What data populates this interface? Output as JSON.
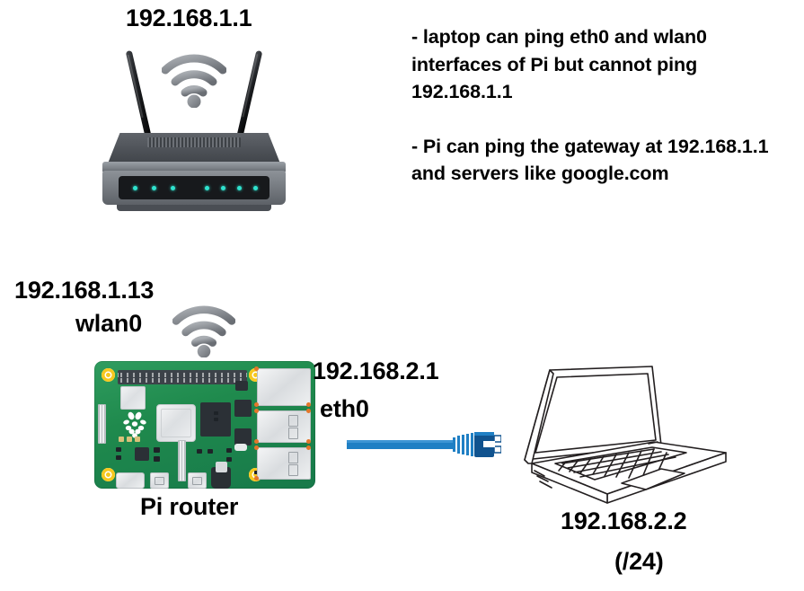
{
  "diagram": {
    "title": "Pi router network topology",
    "background": "#ffffff"
  },
  "router": {
    "ip_label": "192.168.1.1",
    "device_name": "wireless-router",
    "wifi_icon": "wifi-icon",
    "led_count": 7,
    "led_color": "#2fe3cf",
    "body_color": "#5d6167"
  },
  "pi": {
    "wlan_ip_label": "192.168.1.13",
    "wlan_iface_label": "wlan0",
    "wifi_icon": "wifi-icon",
    "caption": "Pi router",
    "eth_ip_label": "192.168.2.1",
    "eth_iface_label": "eth0",
    "board_color": "#1f8a4d"
  },
  "cable": {
    "name": "ethernet-cable",
    "color": "#1f7fc4",
    "connector_color": "#10538f"
  },
  "laptop": {
    "ip_label": "192.168.2.2",
    "subnet_label": "(/24)",
    "stroke_color": "#231f20"
  },
  "notes": {
    "paragraph_1": "- laptop can ping eth0 and wlan0 interfaces of Pi but cannot ping 192.168.1.1",
    "paragraph_2": "- Pi can ping the gateway at 192.168.1.1 and servers like google.com"
  }
}
